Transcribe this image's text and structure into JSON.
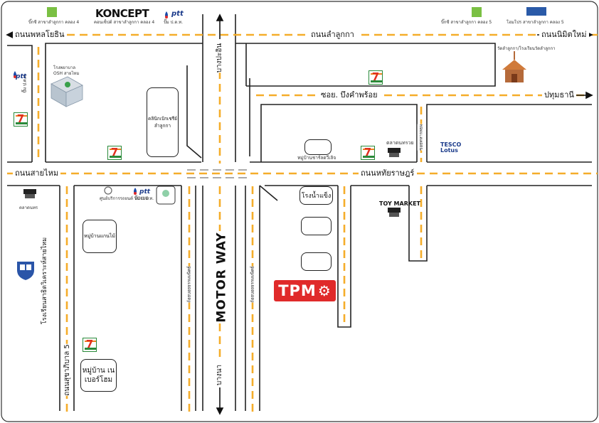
{
  "roads": {
    "phahon": "ถนนพหลโยธิน",
    "lamlukka": "ถนนลำลูกกา",
    "nimitmai": "ถนนนิมิตใหม่",
    "bueng_kham_phroi": "ซอย. บึงคำพร้อย",
    "pathum_thani": "ปทุมธานี",
    "sai_mai": "ถนนสายไหม",
    "hathai_rat": "ถนนหทัยราษฎร์",
    "sukhaphiban5": "ถนนสุขาภิบาล 5",
    "bang_pa_in": "บางปะอิน",
    "bang_na": "บางนา",
    "motorway": "MOTOR WAY",
    "frontage_left": "ถ้อยบอยธรรมมนิตย์",
    "frontage_right": "ถ้อยบอยธรรมมนิตย์",
    "side_soi": "ซอยทหารหยม"
  },
  "places": {
    "bigc": "บิ๊กซี สาขาลำลูกกา คลอง 4",
    "koncept_logo": "KONCEPT",
    "koncept": "คอนเซ็ปต์ สาขาลำลูกกา คลอง 4",
    "ptt_top": "ปั๊ม ป.ต.ท.",
    "bigc5": "บิ๊กซี สาขาลำลูกกา คลอง 5",
    "homepro": "โฮมโปร สาขาลำลูกกา คลอง 5",
    "temple": "วัดลำลูกกา/โรงเรียนวัดลำลูกกา",
    "hospital": "โรงพยาบาล OSH สายไหม",
    "ptt_left": "ปั๊ม ป.ต.ท.",
    "clinic": "คลินิกเบิกเชรีย์ ลำลูกกา",
    "village_home": "หมู่บ้านชาร์ลดวีเลิจ",
    "market_top": "ตลาดนทรวย",
    "tesco": "TESCO Lotus",
    "market_left": "ตลาดนทร",
    "volvo": "ศูนย์บริการรถยนต์ VOLVO",
    "ptt_mid": "ปั๊ม ป.ต.ท.",
    "ice_factory": "โรงน้ำแข็ง",
    "toy_market": "TOY MARKET",
    "village_mid": "หมู่บ้านแกนไม้",
    "school": "โรงเรียนสาธิตวิเคราะห์สายไหม",
    "village_bottom": "หมู่บ้าน เนเบอร์โฮม",
    "tpm": "TPM"
  },
  "colors": {
    "road_dash": "#f5ad2a",
    "road_line": "#222222",
    "tpm_red": "#e02a2a"
  }
}
